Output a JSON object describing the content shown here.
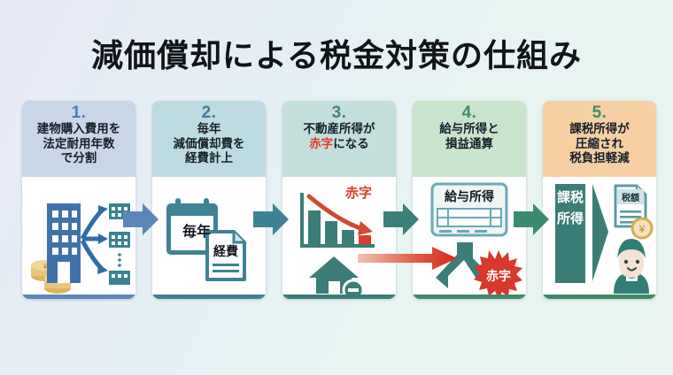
{
  "page": {
    "title": "減価償却による税金対策の仕組み",
    "background_from": "#e8eaf6",
    "background_to": "#e9f5ee"
  },
  "colors": {
    "blue": "#5b87b8",
    "teal": "#3f8296",
    "green_teal": "#3b7d77",
    "green": "#418a69",
    "orange": "#f6cfa2",
    "red": "#e03b2e",
    "coin_gold": "#e5b85c"
  },
  "steps": [
    {
      "number": "1.",
      "title_lines": [
        "建物購入費用を",
        "法定耐用年数",
        "で分割"
      ],
      "head_color": "#c8d6e8",
      "accent_color": "#5b87b8",
      "icons": [
        "building-icon",
        "coins-icon",
        "split-arrows-icon",
        "small-building-icon"
      ]
    },
    {
      "number": "2.",
      "title_lines": [
        "毎年",
        "減価償却費を",
        "経費計上"
      ],
      "head_color": "#bedbe2",
      "accent_color": "#3f8296",
      "calendar_label": "毎年",
      "document_label": "経費",
      "icons": [
        "calendar-icon",
        "expense-document-icon"
      ]
    },
    {
      "number": "3.",
      "title_lines": [
        "不動産所得が",
        "赤字になる"
      ],
      "title_highlight": "赤字",
      "head_color": "#c3dfdc",
      "accent_color": "#3b7d77",
      "chart_label": "赤字",
      "icons": [
        "declining-bar-chart-icon",
        "red-down-arrow-icon",
        "house-minus-icon"
      ]
    },
    {
      "number": "4.",
      "title_lines": [
        "給与所得と",
        "損益通算"
      ],
      "head_color": "#c9e4cd",
      "accent_color": "#418a69",
      "table_label": "給与所得",
      "badge_label": "赤字",
      "icons": [
        "salary-table-icon",
        "merge-funnel-icon",
        "deficit-starburst-icon"
      ]
    },
    {
      "number": "5.",
      "title_lines": [
        "課税所得が",
        "圧縮され",
        "税負担軽減"
      ],
      "head_color": "#f6cfa2",
      "accent_color": "#3e8a67",
      "bar_label": "課税所得",
      "document_label": "税額",
      "icons": [
        "taxable-income-bar-icon",
        "tax-document-icon",
        "yen-coin-icon",
        "person-icon"
      ]
    }
  ],
  "connectors": [
    {
      "name": "arrow-1-to-2",
      "color": "#5b87b8"
    },
    {
      "name": "arrow-2-to-3",
      "color": "#3f8296"
    },
    {
      "name": "arrow-3-to-4",
      "color": "#3b7d77"
    },
    {
      "name": "arrow-4-to-5",
      "color": "#418a69"
    },
    {
      "name": "red-deficit-arrow",
      "color": "#e03b2e"
    }
  ]
}
